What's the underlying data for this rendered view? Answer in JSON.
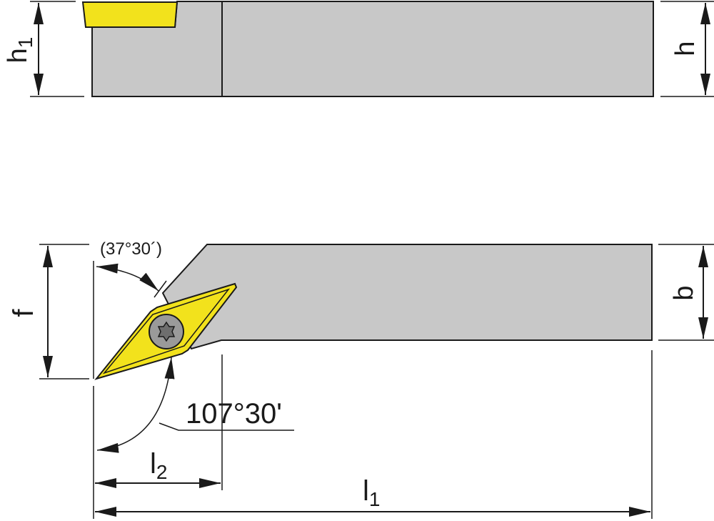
{
  "labels": {
    "h1": "h",
    "h1_sub": "1",
    "h": "h",
    "f": "f",
    "b": "b",
    "l1": "l",
    "l1_sub": "1",
    "l2": "l",
    "l2_sub": "2",
    "angle_top": "(37°30´)",
    "angle_bottom": "107°30'"
  },
  "colors": {
    "body": "#c8c8c8",
    "insert": "#f2e21c",
    "line": "#1a1a1a",
    "screw": "#8a8a8a"
  }
}
